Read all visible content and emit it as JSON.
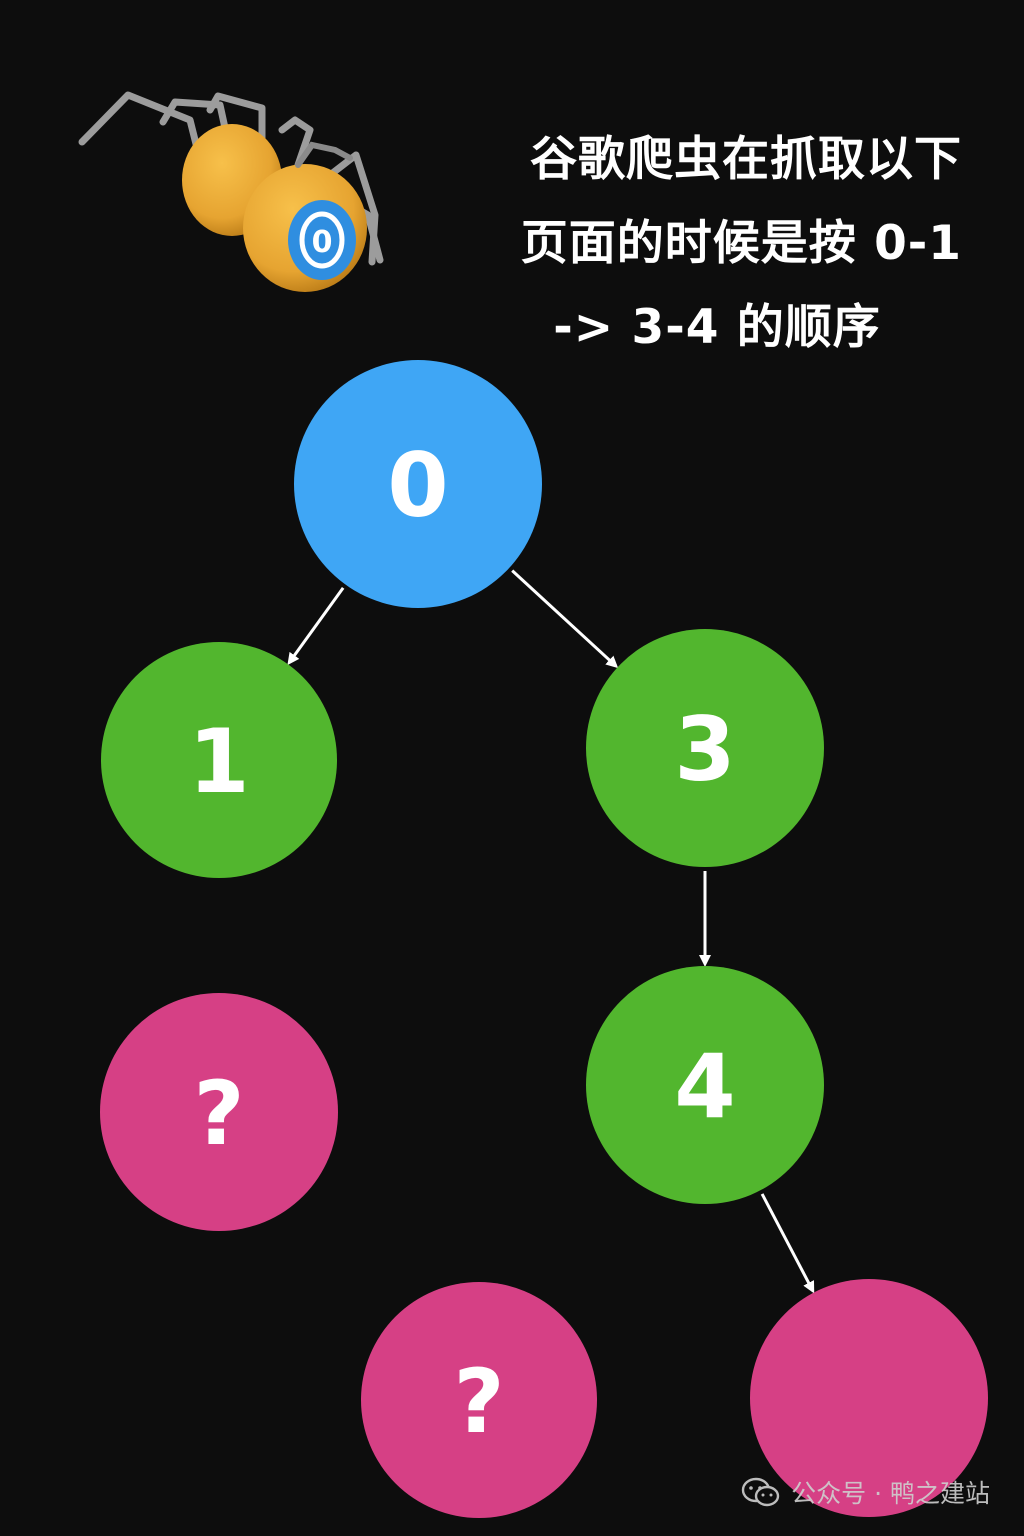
{
  "caption": {
    "line1": "谷歌爬虫在抓取以下",
    "line2": "页面的时候是按 0-1",
    "line3": "-> 3-4 的顺序"
  },
  "mascot": {
    "icon": "spider-robot-icon",
    "badge_label": "0",
    "body_color": "#e6a431",
    "badge_color": "#2f8ee0"
  },
  "nodes": [
    {
      "id": "0",
      "label": "0",
      "state": "current",
      "color": "#3fa6f5"
    },
    {
      "id": "1",
      "label": "1",
      "state": "visited",
      "color": "#52b62e"
    },
    {
      "id": "3",
      "label": "3",
      "state": "visited",
      "color": "#52b62e"
    },
    {
      "id": "4",
      "label": "4",
      "state": "visited",
      "color": "#52b62e"
    },
    {
      "id": "q1",
      "label": "?",
      "state": "unknown",
      "color": "#d64085"
    },
    {
      "id": "q2",
      "label": "?",
      "state": "unknown",
      "color": "#d64085"
    },
    {
      "id": "q3",
      "label": "",
      "state": "unknown",
      "color": "#d64085"
    }
  ],
  "edges": [
    {
      "from": "0",
      "to": "1"
    },
    {
      "from": "0",
      "to": "3"
    },
    {
      "from": "3",
      "to": "4"
    },
    {
      "from": "4",
      "to": "q3"
    }
  ],
  "watermark": {
    "icon": "wechat-icon",
    "text": "公众号 · 鸭之建站"
  }
}
